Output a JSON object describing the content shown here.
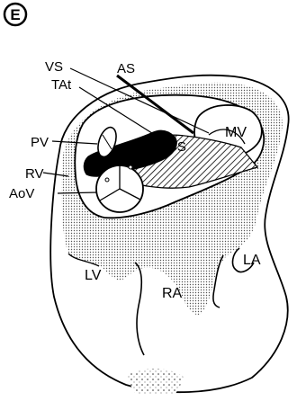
{
  "panel_letter": "E",
  "labels": {
    "vs": "VS",
    "as": "AS",
    "tat": "TAt",
    "mv": "MV",
    "cs": "CS",
    "pv": "PV",
    "rv": "RV",
    "aov": "AoV",
    "lv": "LV",
    "ra": "RA",
    "la": "LA"
  },
  "colors": {
    "ink": "#000000",
    "stipple": "#b8b8b8",
    "paper": "#ffffff"
  }
}
